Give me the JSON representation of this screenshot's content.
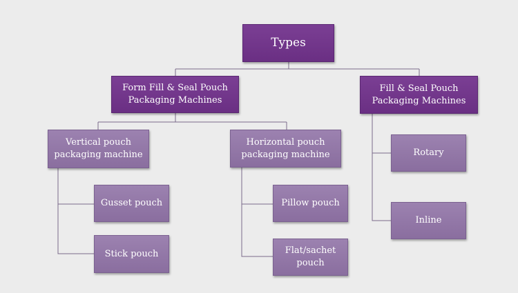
{
  "diagram": {
    "root": "Types",
    "level1": [
      "Form Fill & Seal Pouch Packaging Machines",
      "Fill & Seal Pouch Packaging Machines"
    ],
    "level2": [
      "Vertical pouch packaging machine",
      "Horizontal pouch packaging machine"
    ],
    "vertical_children": [
      "Gusset pouch",
      "Stick pouch"
    ],
    "horizontal_children": [
      "Pillow pouch",
      "Flat/sachet pouch"
    ],
    "fill_seal_children": [
      "Rotary",
      "Inline"
    ]
  },
  "colors": {
    "background": "#ececec",
    "dark_node": "#6a2f83",
    "light_node": "#8a6e9f",
    "connector": "#7a6a8a"
  }
}
